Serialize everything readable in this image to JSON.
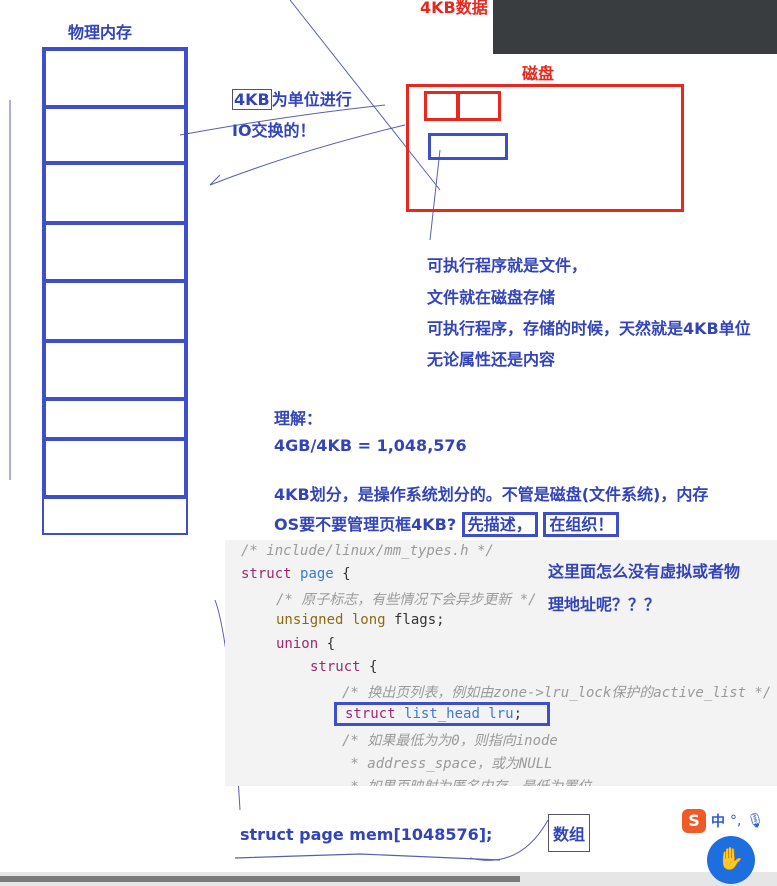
{
  "video_overlay": {
    "caption": "4KB数据"
  },
  "memory": {
    "label": "物理内存"
  },
  "io_note": {
    "line1_boxed": "4KB",
    "line1_rest": "为单位进行",
    "line2": "IO交换的！"
  },
  "disk": {
    "label": "磁盘"
  },
  "file_notes": [
    "可执行程序就是文件，",
    "文件就在磁盘存储",
    "可执行程序，存储的时候，天然就是4KB单位",
    "无论属性还是内容"
  ],
  "understanding": {
    "heading": "理解：",
    "calc": "4GB/4KB = 1,048,576",
    "line1": "4KB划分，是操作系统划分的。不管是磁盘(文件系统)，内存",
    "line2": "OS要不要管理页框4KB?",
    "box1": "先描述，",
    "box2": "在组织！"
  },
  "question": {
    "line1": "这里面怎么没有虚拟或者物",
    "line2": "理地址呢？？？"
  },
  "code": {
    "l1": "/* include/linux/mm_types.h */",
    "l2_kw": "struct",
    "l2_id": "page",
    "l2_rest": " {",
    "l3": "/* 原子标志，有些情况下会异步更新 */",
    "l4_kw": "unsigned long",
    "l4_rest": " flags;",
    "l5_kw": "union",
    "l5_rest": " {",
    "l6_kw": "struct",
    "l6_rest": " {",
    "l7": "/* 换出页列表，例如由zone->lru_lock保护的active_list */",
    "l8_kw": "struct",
    "l8_id": "list_head lru",
    "l8_rest": ";",
    "l9": "/* 如果最低为为0，则指向inode",
    "l10": " * address_space，或为NULL",
    "l11": " * 如果页映射为匿名内存，最低为置位"
  },
  "bottom": {
    "decl": "struct page mem[1048576];",
    "array_label": "数组"
  },
  "ime": {
    "mode": "中",
    "punct": "°,"
  },
  "colors": {
    "blue": "#3f4fcc",
    "red": "#e8281e",
    "code_bg": "#f3f3f3"
  }
}
